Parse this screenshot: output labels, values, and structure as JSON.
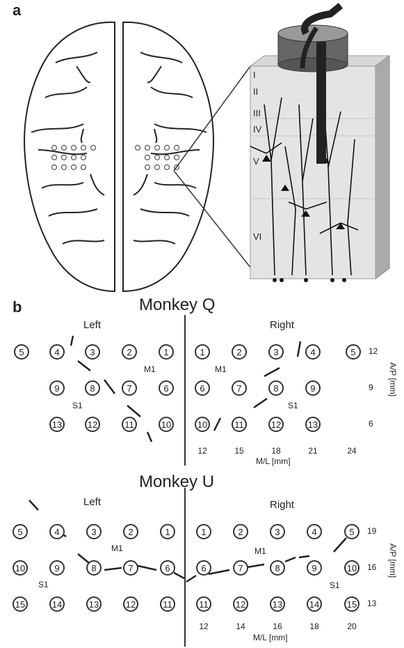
{
  "panel_a": {
    "letter": "a",
    "cortical_layers": [
      "I",
      "II",
      "III",
      "IV",
      "V",
      "VI"
    ]
  },
  "panel_b": {
    "letter": "b",
    "monkeys": [
      {
        "title": "Monkey Q",
        "left_label": "Left",
        "right_label": "Right",
        "left_rows": [
          [
            "5",
            "4",
            "3",
            "2",
            "1"
          ],
          [
            "9",
            "8",
            "7",
            "6"
          ],
          [
            "13",
            "12",
            "11",
            "10"
          ]
        ],
        "right_rows": [
          [
            "1",
            "2",
            "3",
            "4",
            "5"
          ],
          [
            "6",
            "7",
            "8",
            "9"
          ],
          [
            "10",
            "11",
            "12",
            "13"
          ]
        ],
        "region_labels": [
          "M1",
          "S1",
          "M1",
          "S1"
        ],
        "x_ticks": [
          "12",
          "15",
          "18",
          "21",
          "24"
        ],
        "x_label": "M/L [mm]",
        "y_ticks": [
          "12",
          "9",
          "6"
        ],
        "y_label": "A/P [mm]"
      },
      {
        "title": "Monkey U",
        "left_label": "Left",
        "right_label": "Right",
        "left_rows": [
          [
            "5",
            "4",
            "3",
            "2",
            "1"
          ],
          [
            "10",
            "9",
            "8",
            "7",
            "6"
          ],
          [
            "15",
            "14",
            "13",
            "12",
            "11"
          ]
        ],
        "right_rows": [
          [
            "1",
            "2",
            "3",
            "4",
            "5"
          ],
          [
            "6",
            "7",
            "8",
            "9",
            "10"
          ],
          [
            "11",
            "12",
            "13",
            "14",
            "15"
          ]
        ],
        "region_labels": [
          "M1",
          "S1",
          "M1",
          "S1"
        ],
        "x_ticks": [
          "12",
          "14",
          "16",
          "18",
          "20"
        ],
        "x_label": "M/L [mm]",
        "y_ticks": [
          "19",
          "16",
          "13"
        ],
        "y_label": "A/P [mm]"
      }
    ]
  }
}
